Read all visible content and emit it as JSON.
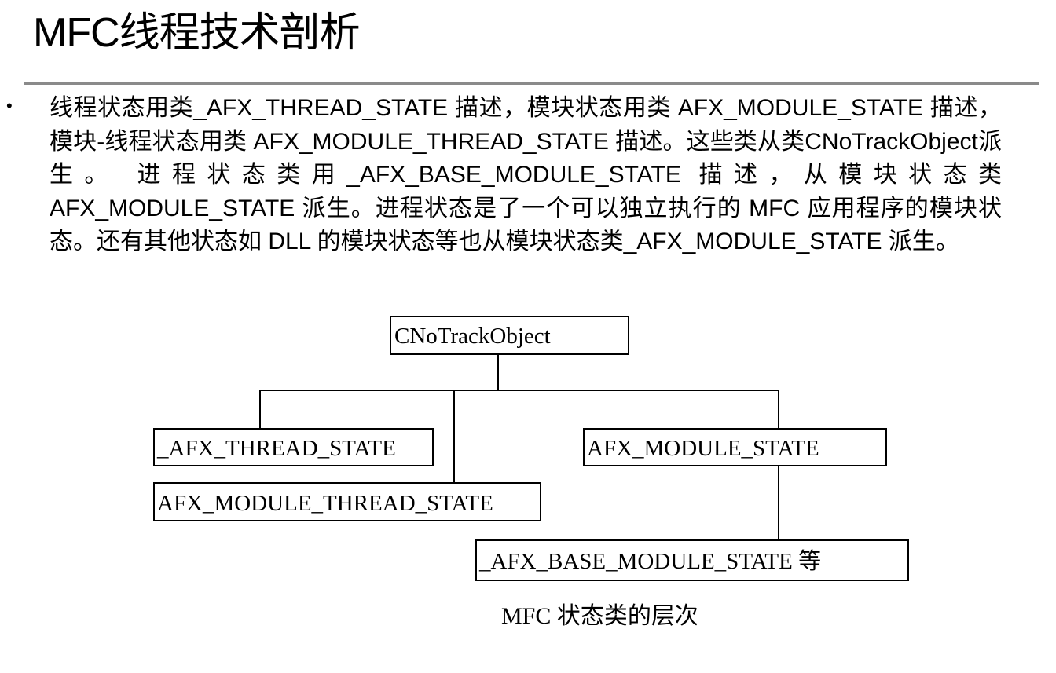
{
  "slide": {
    "title": "MFC线程技术剖析",
    "bullet_symbol": "•",
    "paragraph": "线程状态用类_AFX_THREAD_STATE 描述，模块状态用类 AFX_MODULE_STATE 描述，模块-线程状态用类 AFX_MODULE_THREAD_STATE 描述。这些类从类CNoTrackObject派生。 进程状态类用_AFX_BASE_MODULE_STATE 描述，从模块状态类AFX_MODULE_STATE 派生。进程状态是了一个可以独立执行的 MFC 应用程序的模块状态。还有其他状态如 DLL 的模块状态等也从模块状态类_AFX_MODULE_STATE 派生。"
  },
  "diagram": {
    "nodes": {
      "root": "CNoTrackObject",
      "thread_state": "_AFX_THREAD_STATE",
      "module_thread_state": "AFX_MODULE_THREAD_STATE",
      "module_state": "AFX_MODULE_STATE",
      "base_module_state": "_AFX_BASE_MODULE_STATE 等"
    },
    "caption": "MFC 状态类的层次"
  }
}
